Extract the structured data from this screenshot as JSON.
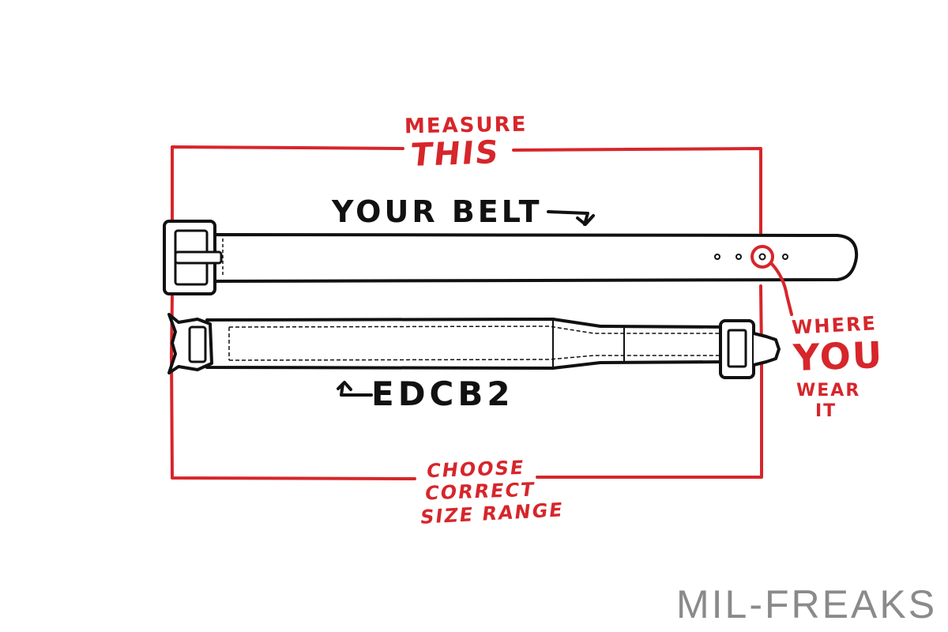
{
  "labels": {
    "measure_line1": "MEASURE",
    "measure_line2": "THIS",
    "your_belt": "YOUR BELT",
    "edcb2": "EDCB2",
    "choose_line1": "CHOOSE",
    "choose_line2": "CORRECT",
    "choose_line3": "SIZE RANGE",
    "where_line1": "WHERE",
    "where_line2": "YOU",
    "where_line3": "WEAR",
    "where_line4": "IT"
  },
  "watermark": "MIL-FREAKS",
  "colors": {
    "annotation_red": "#d6262b",
    "ink": "#111111",
    "watermark_gray": "#8a8a8a",
    "background": "#ffffff"
  }
}
